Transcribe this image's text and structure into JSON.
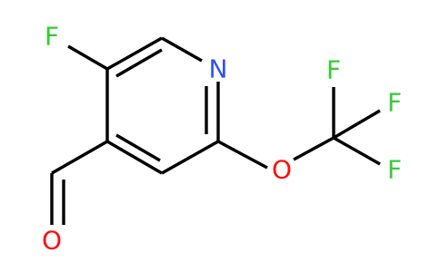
{
  "molecule": {
    "atoms": {
      "f_ring": {
        "symbol": "F",
        "color": "#33cc33"
      },
      "n_ring": {
        "symbol": "N",
        "color": "#3050f8"
      },
      "o_ether": {
        "symbol": "O",
        "color": "#ff0d0d"
      },
      "f_top": {
        "symbol": "F",
        "color": "#33cc33"
      },
      "f_right": {
        "symbol": "F",
        "color": "#33cc33"
      },
      "f_bottom": {
        "symbol": "F",
        "color": "#33cc33"
      },
      "o_aldehyde": {
        "symbol": "O",
        "color": "#ff0d0d"
      }
    },
    "bond_color": "#000000"
  }
}
